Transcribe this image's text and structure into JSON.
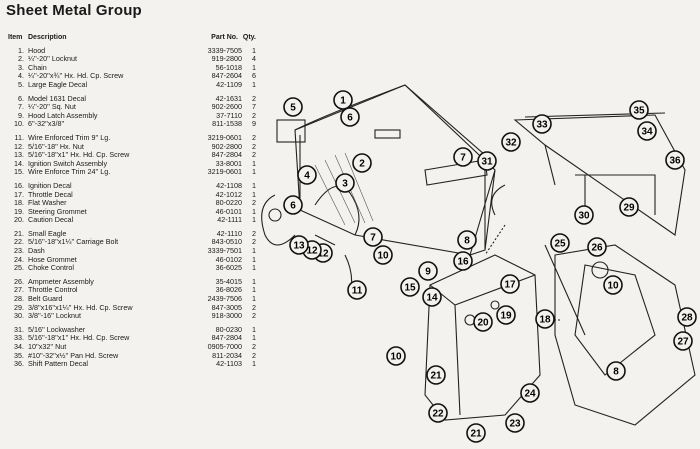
{
  "title": "Sheet Metal Group",
  "columns": {
    "item": "Item",
    "description": "Description",
    "part_no": "Part No.",
    "qty": "Qty."
  },
  "parts": [
    {
      "item": "1.",
      "desc": "Hood",
      "part": "3339-7505",
      "qty": "1"
    },
    {
      "item": "2.",
      "desc": "¼''-20'' Locknut",
      "part": "919-2800",
      "qty": "4"
    },
    {
      "item": "3.",
      "desc": "Chain",
      "part": "56-1018",
      "qty": "1"
    },
    {
      "item": "4.",
      "desc": "¼''-20''x¾'' Hx. Hd. Cp. Screw",
      "part": "847-2604",
      "qty": "6"
    },
    {
      "item": "5.",
      "desc": "Large Eagle Decal",
      "part": "42-1109",
      "qty": "1"
    },
    {
      "item": "6.",
      "desc": "Model 1631 Decal",
      "part": "42-1631",
      "qty": "2"
    },
    {
      "item": "7.",
      "desc": "¼''-20'' Sq. Nut",
      "part": "902-2600",
      "qty": "7"
    },
    {
      "item": "9.",
      "desc": "Hood Latch Assembly",
      "part": "37-7110",
      "qty": "2"
    },
    {
      "item": "10.",
      "desc": "6''-32''x3/8''",
      "part": "811-1538",
      "qty": "9"
    },
    {
      "item": "11.",
      "desc": "Wire Enforced Trim 9'' Lg.",
      "part": "3219-0601",
      "qty": "2"
    },
    {
      "item": "12.",
      "desc": "5/16''-18'' Hx. Nut",
      "part": "902-2800",
      "qty": "2"
    },
    {
      "item": "13.",
      "desc": "5/16''-18''x1'' Hx. Hd. Cp. Screw",
      "part": "847-2804",
      "qty": "2"
    },
    {
      "item": "14.",
      "desc": "Ignition Switch Assembly",
      "part": "33-8001",
      "qty": "1"
    },
    {
      "item": "15.",
      "desc": "Wire Enforce Trim 24'' Lg.",
      "part": "3219-0601",
      "qty": "1"
    },
    {
      "item": "16.",
      "desc": "Ignition Decal",
      "part": "42-1108",
      "qty": "1"
    },
    {
      "item": "17.",
      "desc": "Throttle Decal",
      "part": "42-1012",
      "qty": "1"
    },
    {
      "item": "18.",
      "desc": "Flat Washer",
      "part": "80-0220",
      "qty": "2"
    },
    {
      "item": "19.",
      "desc": "Steering Grommet",
      "part": "46-0101",
      "qty": "1"
    },
    {
      "item": "20.",
      "desc": "Caution Decal",
      "part": "42-1111",
      "qty": "1"
    },
    {
      "item": "21.",
      "desc": "Small Eagle",
      "part": "42-1110",
      "qty": "2"
    },
    {
      "item": "22.",
      "desc": "5/16''-18''x1¼'' Carriage Bolt",
      "part": "843-0510",
      "qty": "2"
    },
    {
      "item": "23.",
      "desc": "Dash",
      "part": "3339-7501",
      "qty": "1"
    },
    {
      "item": "24.",
      "desc": "Hose Grommet",
      "part": "46-0102",
      "qty": "1"
    },
    {
      "item": "25.",
      "desc": "Choke Control",
      "part": "36-6025",
      "qty": "1"
    },
    {
      "item": "26.",
      "desc": "Ampmeter Assembly",
      "part": "35-4015",
      "qty": "1"
    },
    {
      "item": "27.",
      "desc": "Throttle Control",
      "part": "36-8026",
      "qty": "1"
    },
    {
      "item": "28.",
      "desc": "Belt Guard",
      "part": "2439-7506",
      "qty": "1"
    },
    {
      "item": "29.",
      "desc": "3/8''x16''x1¼'' Hx. Hd. Cp. Screw",
      "part": "847-3005",
      "qty": "2"
    },
    {
      "item": "30.",
      "desc": "3/8''-16'' Locknut",
      "part": "918-3000",
      "qty": "2"
    },
    {
      "item": "31.",
      "desc": "5/16'' Lockwasher",
      "part": "80-0230",
      "qty": "1"
    },
    {
      "item": "33.",
      "desc": "5/16''-18''x1'' Hx. Hd. Cp. Screw",
      "part": "847-2804",
      "qty": "1"
    },
    {
      "item": "34.",
      "desc": "10''x32'' Nut",
      "part": "0905-7000",
      "qty": "2"
    },
    {
      "item": "35.",
      "desc": "#10''-32''x½'' Pan Hd. Screw",
      "part": "811-2034",
      "qty": "2"
    },
    {
      "item": "36.",
      "desc": "Shift Pattern Decal",
      "part": "42-1103",
      "qty": "1"
    }
  ],
  "callouts": [
    "1",
    "2",
    "3",
    "4",
    "5",
    "6",
    "6",
    "7",
    "7",
    "8",
    "8",
    "9",
    "10",
    "10",
    "10",
    "11",
    "12",
    "12",
    "13",
    "14",
    "15",
    "16",
    "17",
    "18",
    "19",
    "20",
    "21",
    "21",
    "22",
    "23",
    "24",
    "25",
    "26",
    "27",
    "28",
    "29",
    "30",
    "31",
    "32",
    "33",
    "34",
    "35",
    "36"
  ]
}
